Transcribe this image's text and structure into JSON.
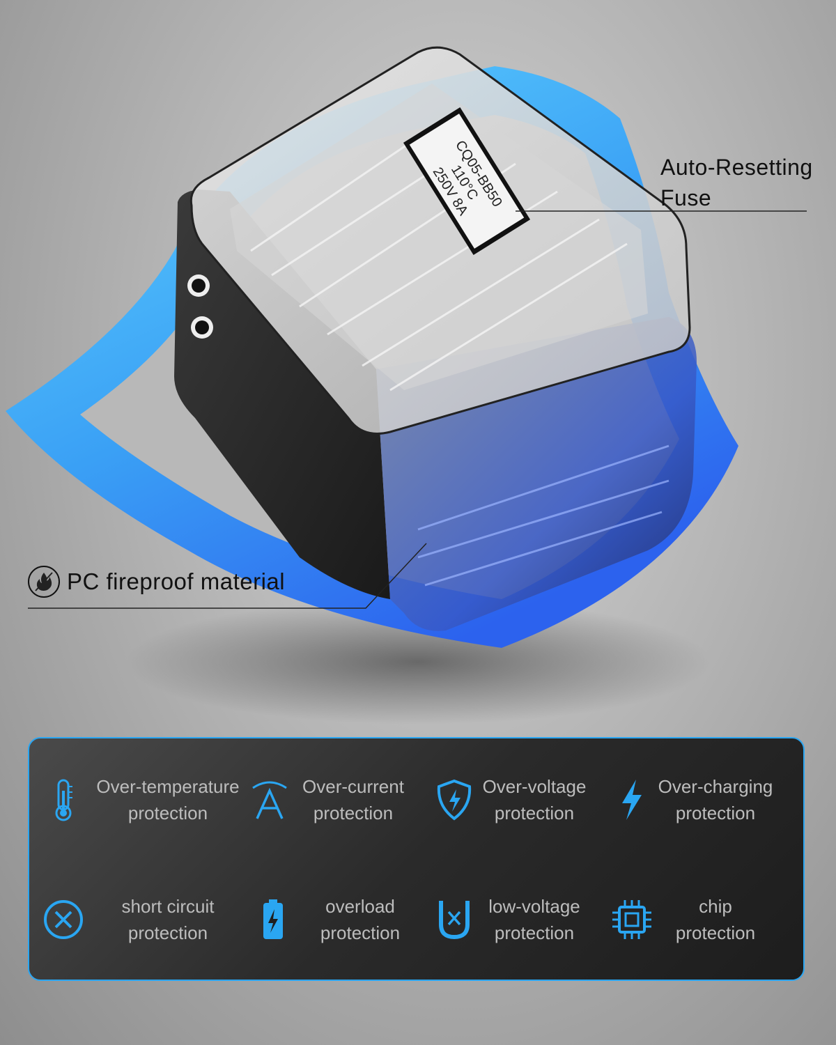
{
  "callouts": {
    "fuse_line1": "Auto-Resetting",
    "fuse_line2": "Fuse",
    "fireproof": "PC fireproof material"
  },
  "fuse_label": {
    "line1": "CQ05-BB50",
    "line2": "110°C",
    "line3": "250V 8A"
  },
  "features": [
    {
      "icon": "thermometer-icon",
      "line1": "Over-temperature",
      "line2": "protection"
    },
    {
      "icon": "ampere-icon",
      "line1": "Over-current",
      "line2": "protection"
    },
    {
      "icon": "shield-bolt-icon",
      "line1": "Over-voltage",
      "line2": "protection"
    },
    {
      "icon": "lightning-icon",
      "line1": "Over-charging",
      "line2": "protection"
    },
    {
      "icon": "circle-x-icon",
      "line1": "short circuit",
      "line2": "protection"
    },
    {
      "icon": "battery-bolt-icon",
      "line1": "overload",
      "line2": "protection"
    },
    {
      "icon": "magnet-x-icon",
      "line1": "low-voltage",
      "line2": "protection"
    },
    {
      "icon": "chip-icon",
      "line1": "chip",
      "line2": "protection"
    }
  ],
  "colors": {
    "accent": "#2aa6f2",
    "shield_light": "#5fd2ff",
    "shield_dark": "#2f6cf0",
    "panel_bg": "#2a2a2a",
    "panel_text": "#bdbdbd"
  }
}
